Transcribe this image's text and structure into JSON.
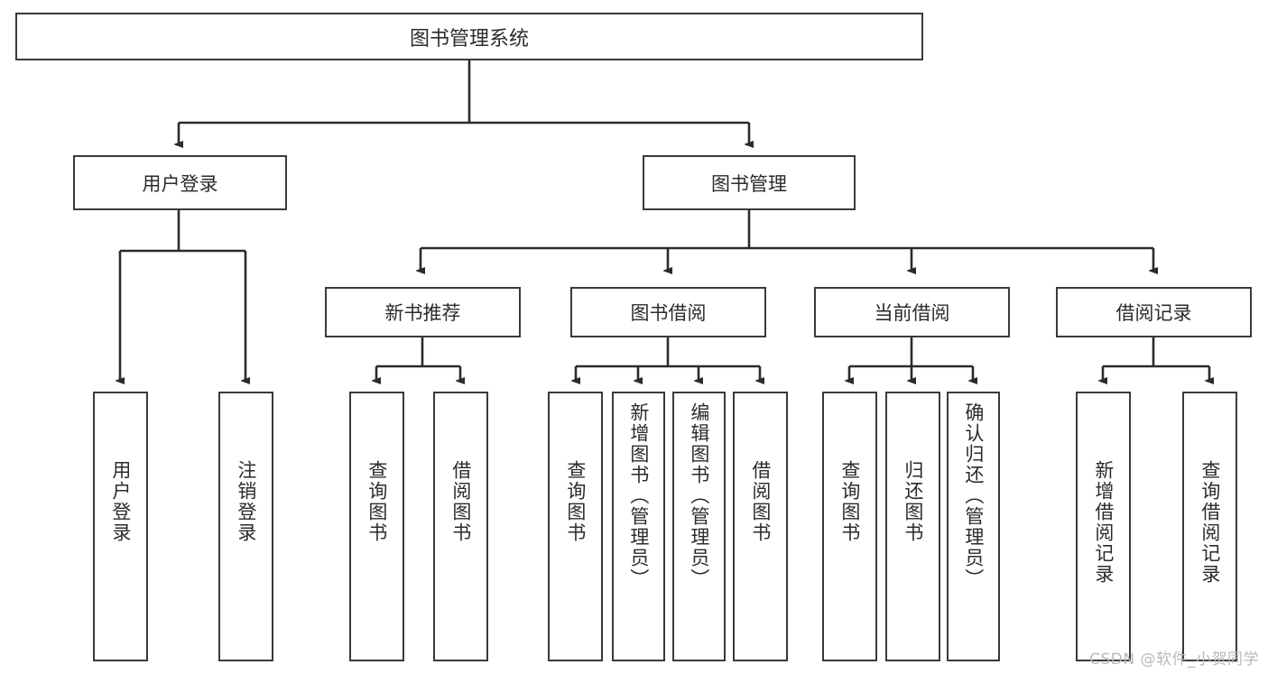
{
  "diagram": {
    "title": "图书管理系统",
    "root": {
      "label": "图书管理系统"
    },
    "level2": [
      {
        "label": "用户登录"
      },
      {
        "label": "图书管理"
      }
    ],
    "level3": [
      {
        "label": "新书推荐"
      },
      {
        "label": "图书借阅"
      },
      {
        "label": "当前借阅"
      },
      {
        "label": "借阅记录"
      }
    ],
    "leaves": {
      "user_login": [
        {
          "label": "用户登录"
        },
        {
          "label": "注销登录"
        }
      ],
      "new_book": [
        {
          "label": "查询图书"
        },
        {
          "label": "借阅图书"
        }
      ],
      "book_borrow": [
        {
          "label": "查询图书"
        },
        {
          "label": "新增图书（管理员）"
        },
        {
          "label": "编辑图书（管理员）"
        },
        {
          "label": "借阅图书"
        }
      ],
      "current_borrow": [
        {
          "label": "查询图书"
        },
        {
          "label": "归还图书"
        },
        {
          "label": "确认归还（管理员）"
        }
      ],
      "borrow_record": [
        {
          "label": "新增借阅记录"
        },
        {
          "label": "查询借阅记录"
        }
      ]
    }
  },
  "watermark": {
    "text": "CSDN @软件_小贺同学"
  },
  "colors": {
    "box_border": "#3a3a3a",
    "text": "#2b2b2b",
    "background": "#ffffff",
    "watermark": "#b9b9b9"
  }
}
